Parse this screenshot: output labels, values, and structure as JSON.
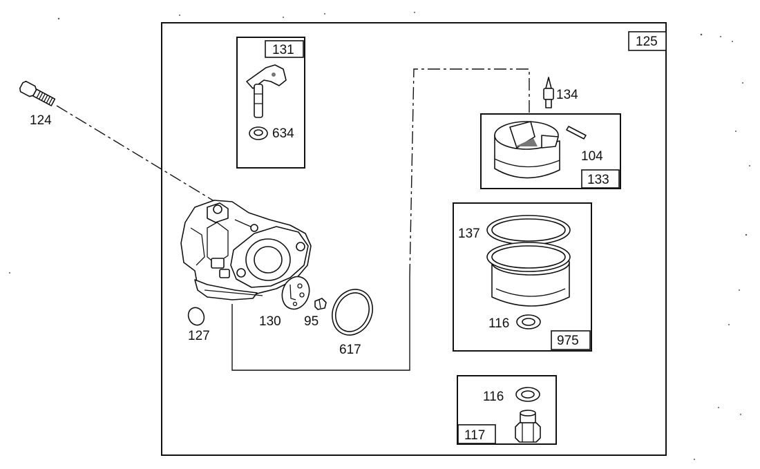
{
  "diagram": {
    "assembly_number": "125",
    "callouts": {
      "p124": "124",
      "p127": "127",
      "p130": "130",
      "p95": "95",
      "p617": "617",
      "p131": "131",
      "p634": "634",
      "p134": "134",
      "p104": "104",
      "p133": "133",
      "p137": "137",
      "p116a": "116",
      "p975": "975",
      "p116b": "116",
      "p117": "117"
    }
  }
}
